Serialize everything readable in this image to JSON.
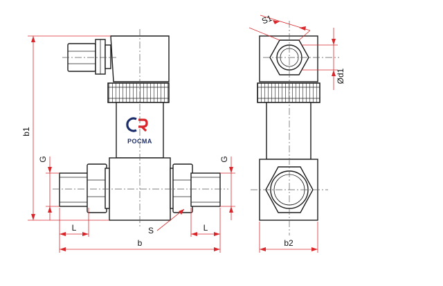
{
  "logo": {
    "text": "РОСМА",
    "colors": {
      "blue": "#1b2d6b",
      "red": "#d9262b"
    }
  },
  "labels": {
    "b1": "b1",
    "g_left": "G",
    "g_right": "G",
    "l_left": "L",
    "l_right": "L",
    "s": "S",
    "b": "b",
    "s1": "S1",
    "d1": "Ød1",
    "b2": "b2"
  },
  "colors": {
    "dimension_lines": "#d9262b",
    "outline": "#1a1a1a"
  }
}
